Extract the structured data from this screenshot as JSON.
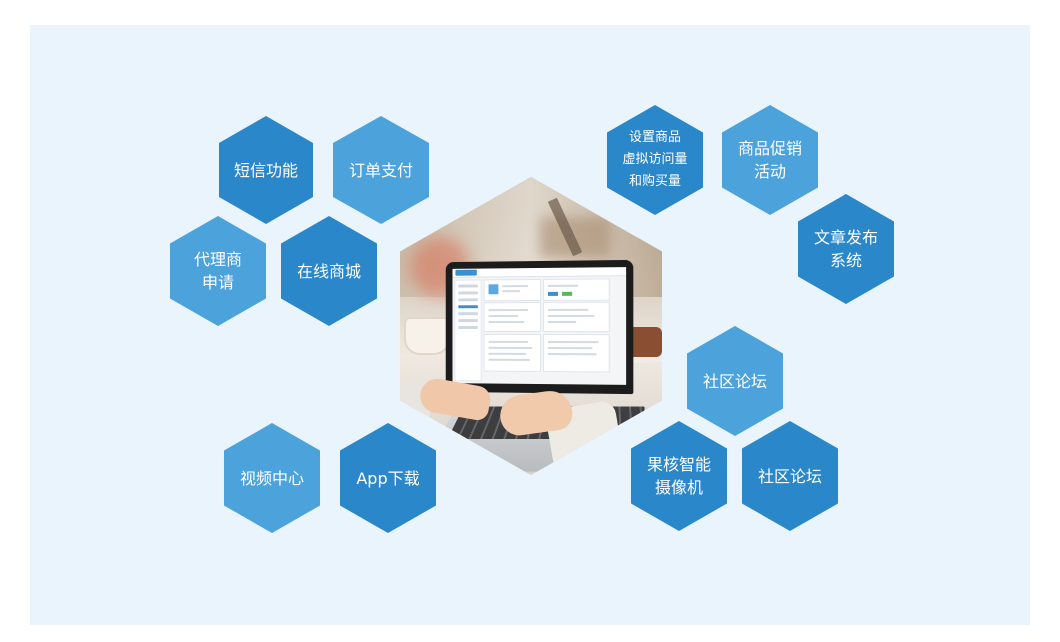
{
  "colors": {
    "background": "#e9f4fc",
    "hex_dark": "#2a87c9",
    "hex_light": "#4ca3dc",
    "text": "#ffffff"
  },
  "hexes": {
    "sms": "短信功能",
    "order_payment": "订单支付",
    "agent_apply": "代理商\n申请",
    "online_mall": "在线商城",
    "virtual_views": "设置商品\n虚拟访问量\n和购买量",
    "promotion": "商品促销\n活动",
    "article_publish": "文章发布\n系统",
    "community_forum_1": "社区论坛",
    "community_forum_2": "社区论坛",
    "smart_camera": "果核智能\n摄像机",
    "video_center": "视频中心",
    "app_download": "App下载"
  },
  "center_image": {
    "description_icon": "laptop-photo"
  }
}
